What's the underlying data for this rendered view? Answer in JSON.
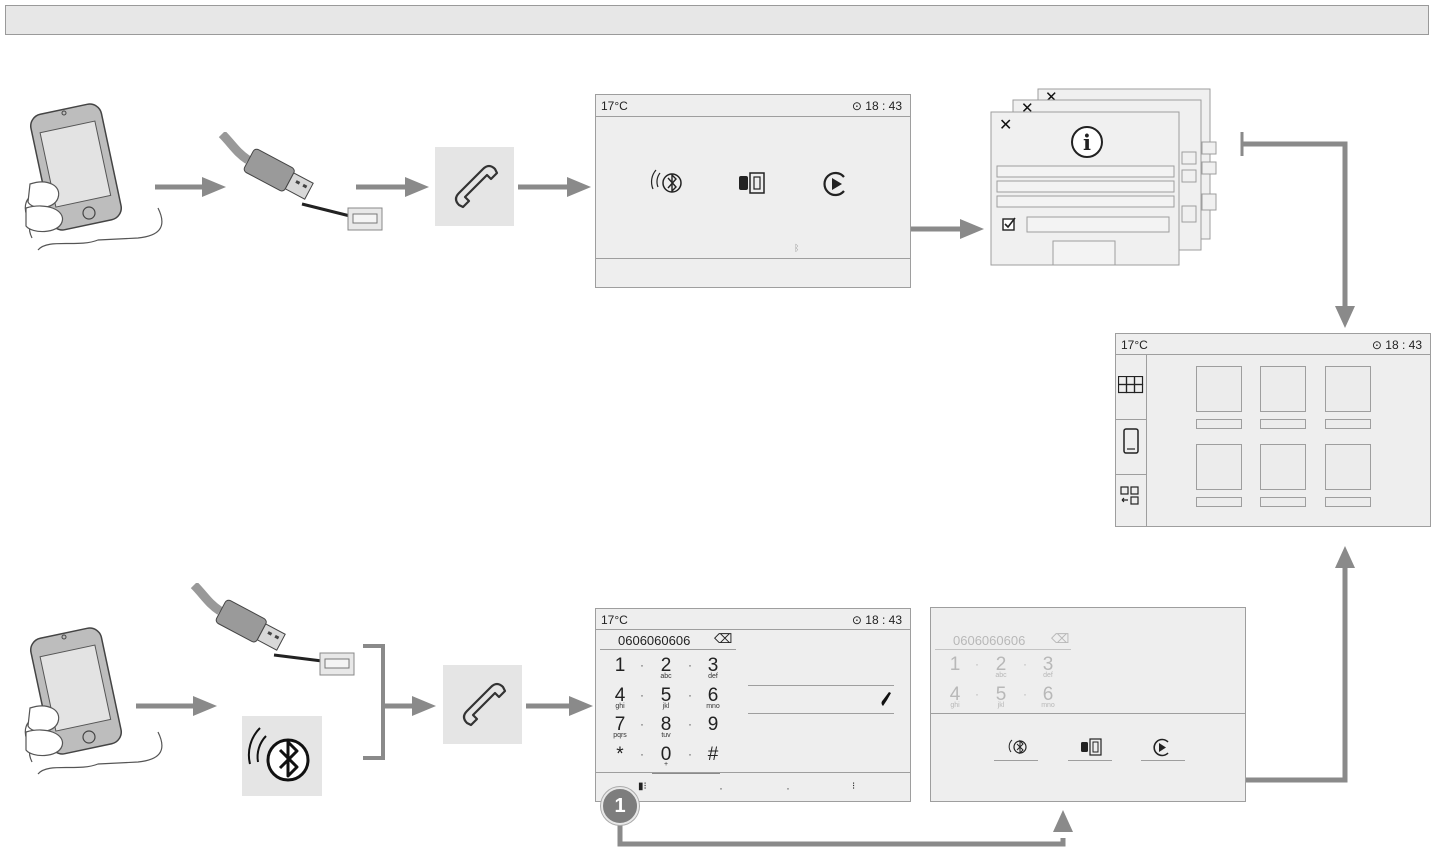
{
  "screen_top": {
    "temp": "17°C",
    "time": "18 : 43"
  },
  "screen_dial": {
    "temp": "17°C",
    "time": "18 : 43",
    "number": "0606060606",
    "keys": [
      {
        "digit": "1",
        "letters": ""
      },
      {
        "digit": "2",
        "letters": "abc"
      },
      {
        "digit": "3",
        "letters": "def"
      },
      {
        "digit": "4",
        "letters": "ghi"
      },
      {
        "digit": "5",
        "letters": "jkl"
      },
      {
        "digit": "6",
        "letters": "mno"
      },
      {
        "digit": "7",
        "letters": "pqrs"
      },
      {
        "digit": "8",
        "letters": "tuv"
      },
      {
        "digit": "9",
        "letters": ""
      },
      {
        "digit": "*",
        "letters": ""
      },
      {
        "digit": "0",
        "letters": "+"
      },
      {
        "digit": "#",
        "letters": ""
      }
    ]
  },
  "screen_dimmed": {
    "number": "0606060606",
    "keys": [
      {
        "digit": "1",
        "letters": ""
      },
      {
        "digit": "2",
        "letters": "abc"
      },
      {
        "digit": "3",
        "letters": "def"
      },
      {
        "digit": "4",
        "letters": "ghi"
      },
      {
        "digit": "5",
        "letters": "jkl"
      },
      {
        "digit": "6",
        "letters": "mno"
      }
    ]
  },
  "screen_menu": {
    "temp": "17°C",
    "time": "18 : 43"
  },
  "callout": {
    "number": "1"
  },
  "icons": {
    "phone": "phone-handset-icon",
    "bluetooth": "bluetooth-icon",
    "usb": "usb-cable-icon",
    "smartphone": "smartphone-in-hand-icon",
    "info": "info-icon",
    "close": "close-icon",
    "play": "play-circle-icon"
  },
  "colors": {
    "arrow": "#8a8a8a",
    "screen_bg": "#eeeeee",
    "screen_border": "#9e9e9e",
    "badge": "#7d7d7d"
  }
}
